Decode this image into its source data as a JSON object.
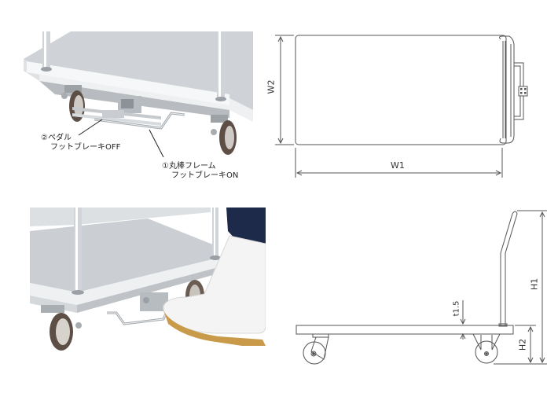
{
  "photo_top": {
    "callouts": [
      {
        "number": "②",
        "line1": "②ペダル",
        "line2": "フットブレーキOFF"
      },
      {
        "number": "①",
        "line1": "①丸棒フレーム",
        "line2": "フットブレーキON"
      }
    ]
  },
  "plan_view": {
    "dim_width": "W1",
    "dim_depth": "W2"
  },
  "side_view": {
    "dim_total_height": "H1",
    "dim_deck_height": "H2",
    "dim_thickness": "t1.5"
  },
  "colors": {
    "line": "#555555",
    "steel_light": "#e6e8ea",
    "steel_mid": "#c4c8cc",
    "steel_dark": "#8e9398",
    "wheel": "#6b5a50",
    "boot": "#f4f4f4",
    "boot_sole": "#c89a4a",
    "pants": "#1d2a4a"
  }
}
